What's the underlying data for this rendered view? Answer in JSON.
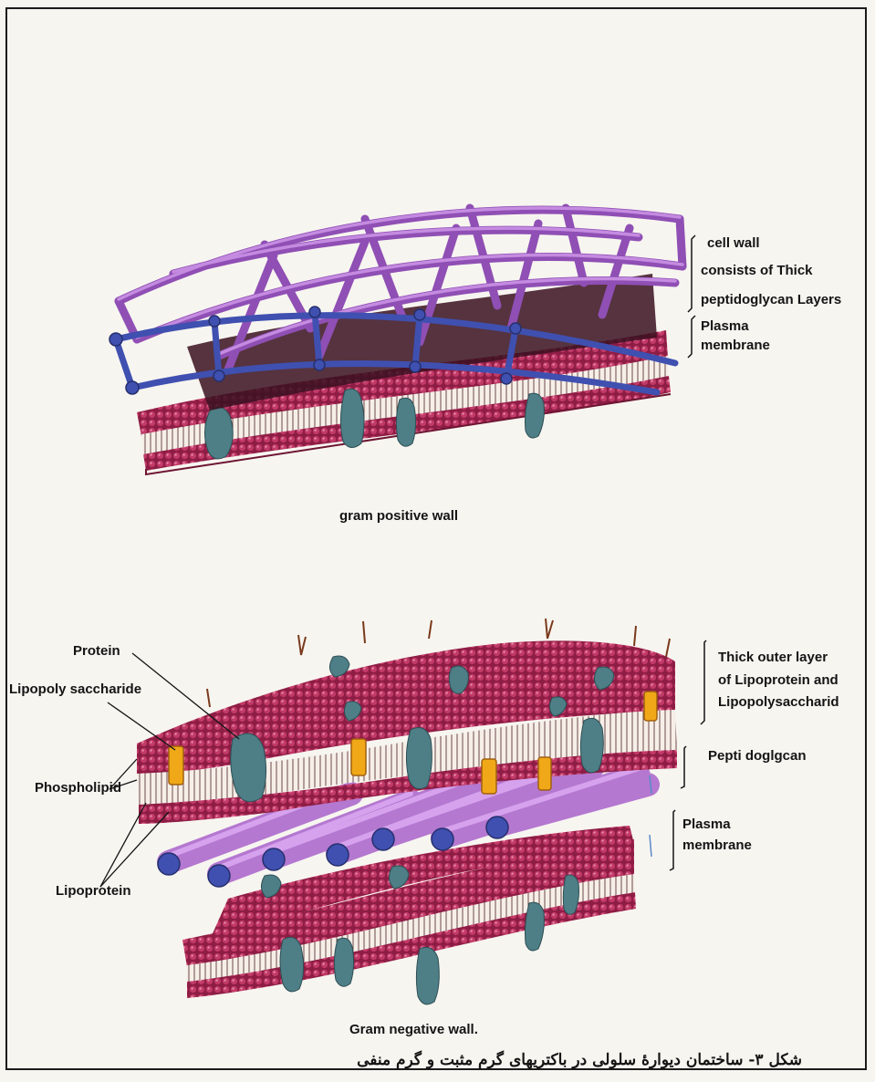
{
  "colors": {
    "lipid_head": "#a4234f",
    "lipid_head_light": "#d4557e",
    "lattice_purple": "#b06cd0",
    "lattice_blue": "#3f50b0",
    "protein_teal": "#4e7e86",
    "lipoprotein_orange": "#f0a818",
    "peptidoglycan_rod": "#b478d0"
  },
  "positive": {
    "annotations": {
      "cell_wall_line1": "cell wall",
      "cell_wall_line2": "consists of Thick",
      "cell_wall_line3": "peptidoglycan  Layers",
      "plasma_line1": "Plasma",
      "plasma_line2": "membrane"
    },
    "caption": "gram  positive  wall"
  },
  "negative": {
    "left_labels": {
      "protein": "Protein",
      "lps": "Lipopoly saccharide",
      "phospholipid": "Phospholipid",
      "lipoprotein": "Lipoprotein"
    },
    "annotations": {
      "outer_line1": "Thick outer layer",
      "outer_line2": "of Lipoprotein and",
      "outer_line3": "Lipopolysaccharid",
      "peptidoglycan": "Pepti doglgcan",
      "plasma_line1": "Plasma",
      "plasma_line2": "membrane"
    },
    "caption": "Gram  negative wall."
  },
  "figure_caption": "شکل ۳- ساختمان دیوارهٔ سلولی در باکتریهای گرم مثبت و گرم منفی"
}
